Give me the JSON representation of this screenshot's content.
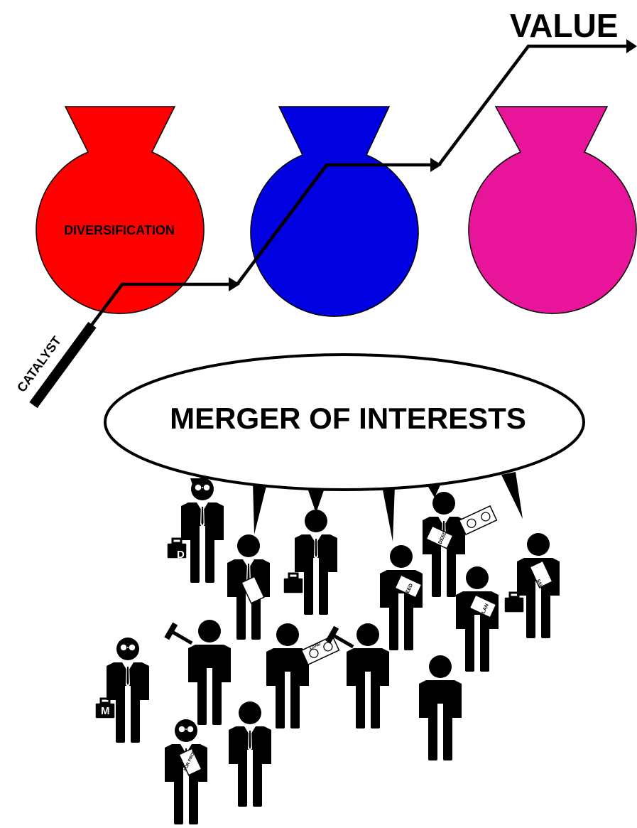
{
  "texts": {
    "value": "VALUE",
    "diversification": "DIVERSIFICATION",
    "catalyst": "CATALYST",
    "merger": "MERGER OF INTERESTS",
    "bag_d": "D",
    "bag_m": "M",
    "doc_1": "DEED",
    "doc_2": "DEED",
    "doc_3": "PLAN",
    "doc_4": "SALE",
    "doc_5": "LAND",
    "doc_6": "FOR PROFIT"
  },
  "colors": {
    "bag_red": "#ff0000",
    "bag_blue": "#0000e0",
    "bag_pink": "#e8149a",
    "ink": "#000000",
    "paper": "#ffffff"
  },
  "icons": {
    "figure": "businessman-icon",
    "briefcase": "briefcase-icon",
    "hammer": "hammer-icon",
    "document": "document-icon",
    "banknote": "banknote-icon"
  }
}
